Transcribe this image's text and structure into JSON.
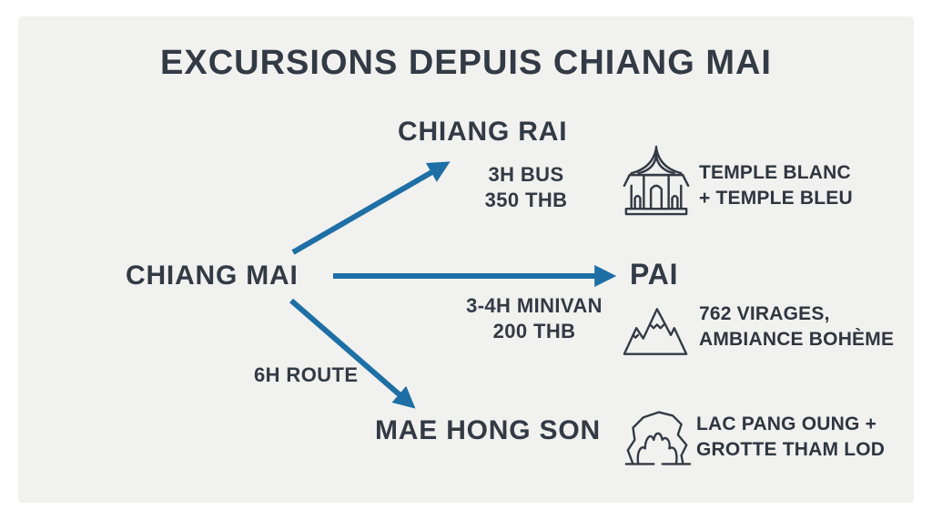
{
  "title": "EXCURSIONS DEPUIS CHIANG MAI",
  "origin": {
    "label": "CHIANG MAI"
  },
  "destinations": [
    {
      "name": "CHIANG RAI",
      "transport_line1": "3H BUS",
      "transport_line2": "350 THB",
      "icon": "temple-icon",
      "highlight_line1": "TEMPLE BLANC",
      "highlight_line2": "+ TEMPLE BLEU"
    },
    {
      "name": "PAI",
      "transport_line1": "3-4H MINIVAN",
      "transport_line2": "200 THB",
      "icon": "mountain-icon",
      "highlight_line1": "762 VIRAGES,",
      "highlight_line2": "AMBIANCE BOHÈME"
    },
    {
      "name": "MAE HONG SON",
      "transport_line1": "6H ROUTE",
      "icon": "cave-icon",
      "highlight_line1": "LAC PANG OUNG +",
      "highlight_line2": "GROTTE THAM LOD"
    }
  ],
  "colors": {
    "arrow": "#1d6fa5",
    "text": "#333a45",
    "card_background": "#f1f1ef",
    "page_background": "#ffffff"
  }
}
